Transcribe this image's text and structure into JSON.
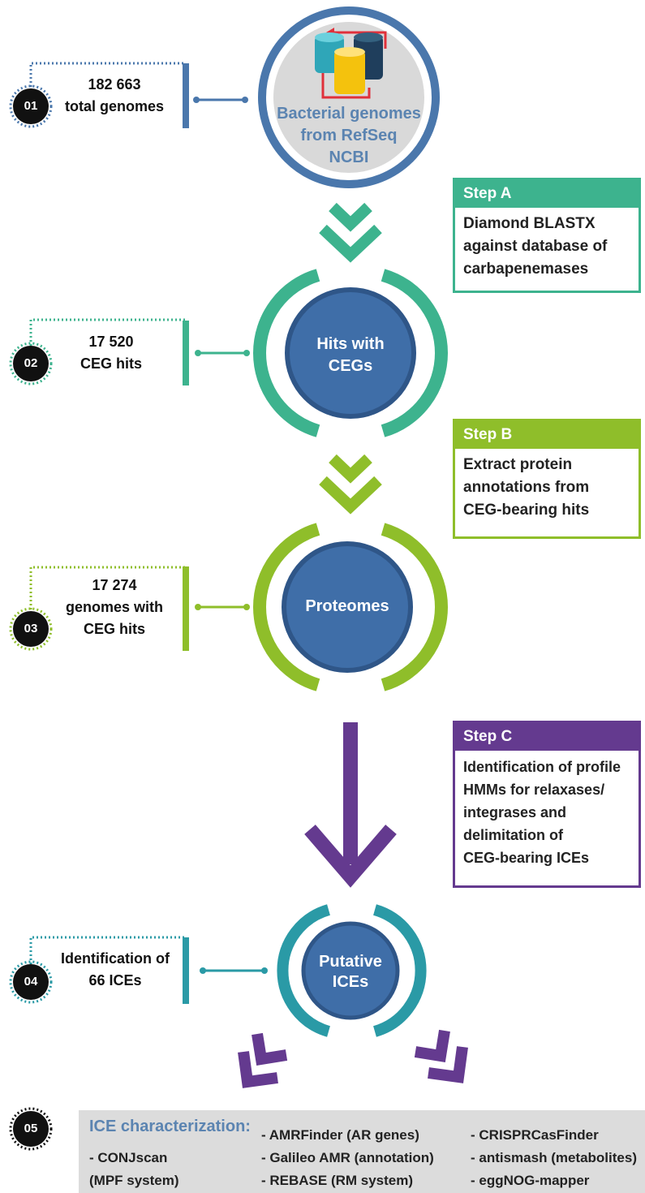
{
  "colors": {
    "blue": "#4a77ac",
    "teal": "#3db38e",
    "lime": "#8fbe2a",
    "purple": "#643a8f",
    "cyan": "#2a9aa6",
    "core": "#3f6ea8",
    "panel": "#dcdcdc"
  },
  "stages": [
    {
      "badge": "01",
      "stat_lines": [
        "182 663",
        "total genomes"
      ],
      "node_lines": [
        "Bacterial genomes",
        "from RefSeq",
        "NCBI"
      ]
    },
    {
      "badge": "02",
      "stat_lines": [
        "17 520",
        "CEG hits"
      ],
      "node_lines": [
        "Hits with",
        "CEGs"
      ]
    },
    {
      "badge": "03",
      "stat_lines": [
        "17 274",
        "genomes with",
        "CEG hits"
      ],
      "node_lines": [
        "Proteomes"
      ]
    },
    {
      "badge": "04",
      "stat_lines": [
        "Identification of",
        "66 ICEs"
      ],
      "node_lines": [
        "Putative",
        "ICEs"
      ]
    },
    {
      "badge": "05"
    }
  ],
  "steps": [
    {
      "header": "Step A",
      "lines": [
        "Diamond BLASTX",
        "against database of",
        "carbapenemases"
      ]
    },
    {
      "header": "Step B",
      "lines": [
        "Extract protein",
        "annotations  from",
        "CEG-bearing hits"
      ]
    },
    {
      "header": "Step C",
      "lines": [
        "Identification of profile",
        "HMMs for relaxases/",
        "integrases and",
        "delimitation of",
        "CEG-bearing ICEs"
      ]
    }
  ],
  "characterization": {
    "title": "ICE characterization:",
    "col1": [
      "- CONJscan",
      "(MPF system)"
    ],
    "col2": [
      "- AMRFinder (AR genes)",
      "- Galileo AMR (annotation)",
      "- REBASE (RM system)"
    ],
    "col3": [
      "- CRISPRCasFinder",
      "- antismash (metabolites)",
      "- eggNOG-mapper"
    ]
  }
}
